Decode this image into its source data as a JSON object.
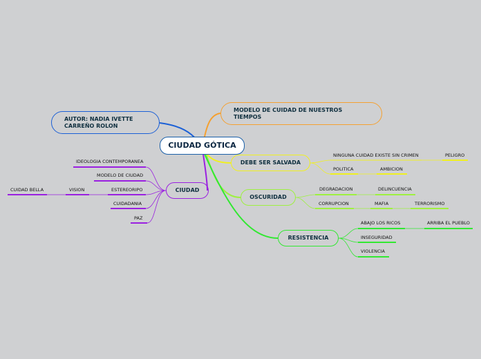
{
  "center": {
    "label": "CIUDAD GÓTICA"
  },
  "author": {
    "label": "AUTOR: NADIA IVETTE CARREÑO ROLON"
  },
  "modelo": {
    "label": "MODELO DE CUIDAD DE NUESTROS TIEMPOS"
  },
  "salvada": {
    "label": "DEBE SER SALVADA",
    "leaves": [
      "NINGUNA CUIDAD EXISTE SIN CRIMEN",
      "PELIGRO",
      "POLITICA",
      "AMBICION"
    ]
  },
  "oscuridad": {
    "label": "OSCURIDAD",
    "leaves": [
      "DEGRADACION",
      "DELINCUENCIA",
      "CORRUPCION",
      "MAFIA",
      "TERRORISMO"
    ]
  },
  "resistencia": {
    "label": "RESISTENCIA",
    "leaves": [
      "ABAJO LOS RICOS",
      "ARRIBA EL PUEBLO",
      "INSEGURIDAD",
      "VIOLENCIA"
    ]
  },
  "ciudad": {
    "label": "CIUDAD",
    "leaves": [
      "IDEOLOGIA CONTEMPORANEA",
      "MODELO DE CIUDAD",
      "ESTEREORIPO",
      "VISION",
      "CUIDAD BELLA",
      "CUIDADANIA",
      "PAZ"
    ]
  },
  "colors": {
    "author": "#1a5fd6",
    "modelo": "#f5a030",
    "salvada": "#f0f020",
    "oscuridad": "#9ef040",
    "resistencia": "#32e832",
    "ciudad": "#9a20e0"
  }
}
